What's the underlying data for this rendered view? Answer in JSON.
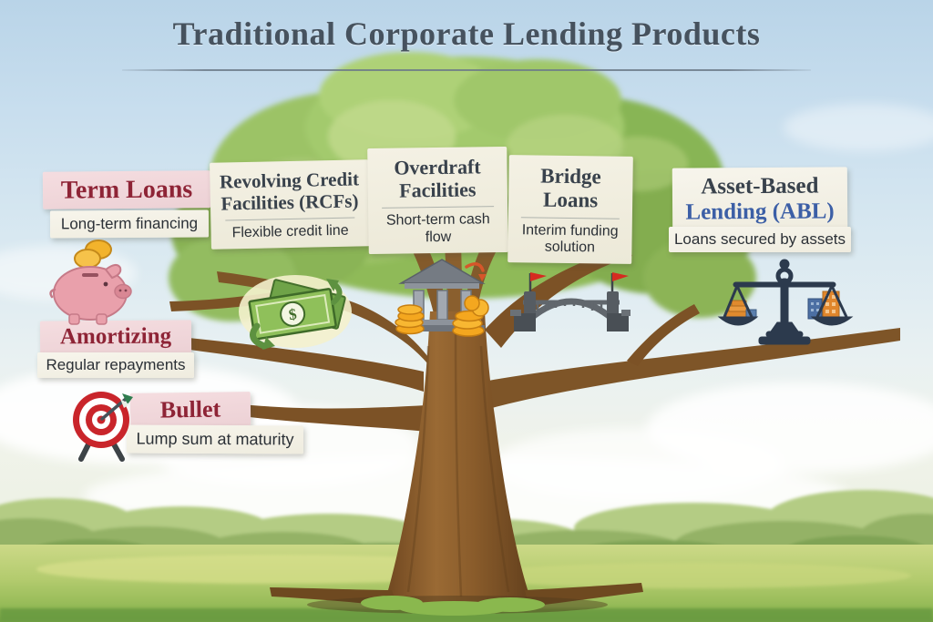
{
  "title": "Traditional Corporate Lending Products",
  "cards": {
    "term_loans": {
      "title": "Term Loans",
      "subtitle": "Long-term financing"
    },
    "amortizing": {
      "title": "Amortizing",
      "subtitle": "Regular repayments"
    },
    "bullet": {
      "title": "Bullet",
      "subtitle": "Lump sum at maturity"
    },
    "revolving_credit": {
      "title": "Revolving Credit Facilities (RCFs)",
      "subtitle": "Flexible credit line"
    },
    "overdraft": {
      "title": "Overdraft Facilities",
      "subtitle": "Short-term cash flow"
    },
    "bridge_loans": {
      "title": "Bridge Loans",
      "subtitle": "Interim funding solution"
    },
    "asset_based": {
      "title_dark": "Asset-Based",
      "title_blue": "Lending (ABL)",
      "subtitle": "Loans secured by assets"
    }
  },
  "icons": {
    "term_loans": "piggy-bank-coins-icon",
    "bullet": "dartboard-target-icon",
    "revolving_credit": "revolving-cash-icon",
    "overdraft": "bank-building-coins-icon",
    "bridge_loans": "arch-bridge-flags-icon",
    "asset_based": "balance-scale-assets-icon",
    "dollar_sign": "$"
  },
  "colors": {
    "title_text": "#46525e",
    "maroon_accent": "#8e2436",
    "abl_blue": "#3c5fa6",
    "card_cream": "#efecdd",
    "card_pink": "#f0d5d9",
    "canopy_green": "#93bd5d",
    "trunk_brown": "#815628",
    "grass_green": "#a9c468"
  }
}
